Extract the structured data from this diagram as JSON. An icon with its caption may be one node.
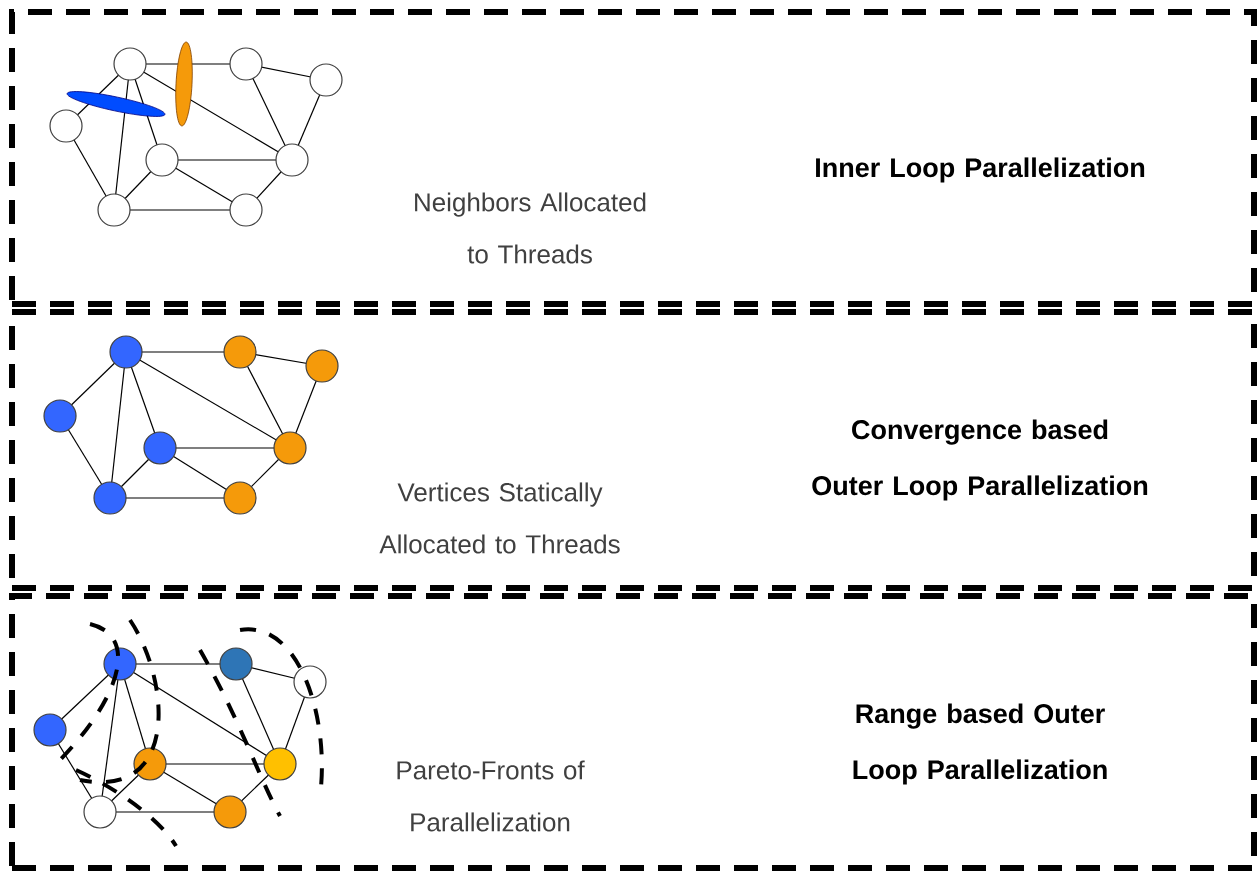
{
  "diagram": {
    "nodes": [
      {
        "text": [
          "Neighbors Allocated to Threads",
          "Inner Loop Parallelization"
        ]
      },
      {
        "text": [
          "Vertices Statically Allocated to Threads",
          "Convergence based Outer Loop Parallelization"
        ]
      },
      {
        "text": [
          "Pareto-Fronts of Parallelization",
          "Range based Outer Loop Parallelization"
        ]
      }
    ]
  }
}
